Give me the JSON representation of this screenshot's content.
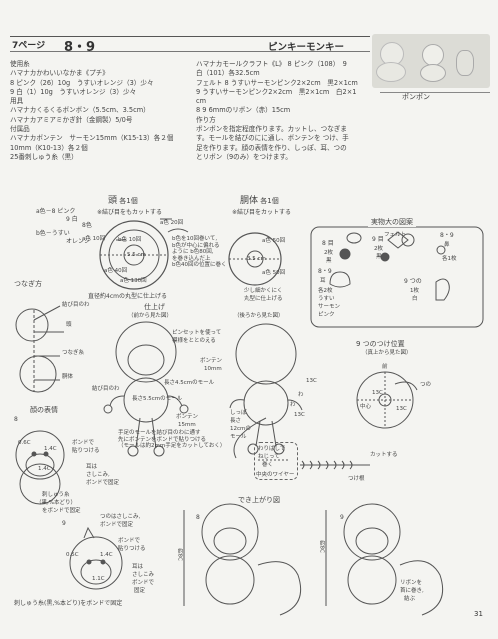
{
  "header": {
    "prefix": "7ページ",
    "numbers": "8・9",
    "title": "ピンキーモンキー"
  },
  "left_column": [
    "使用糸",
    "ハマナカかわいいなかま《プチ》",
    "8 ピンク（26）10g　うすいオレンジ（3）少々",
    "9 白（1）10g　うすいオレンジ（3）少々",
    "用具",
    "ハマナカくるくるボンボン（5.5cm、3.5cm）",
    "ハマナカアミアミかぎ針（金鋼製）5/0号",
    "付属品",
    "ハマナカボンテン　サーモン15mm（K15-13）各２個",
    "10mm（K10-13）各２個",
    "25番刺しゅう糸（黒）"
  ],
  "right_column": [
    "ハマナカモールクラフト《L》 8 ピンク（108）　9",
    "白（101）各32.5cm",
    "フェルト 8 うすいサーモンピンク2×2cm　黒2×1cm",
    "9 うすいサーモンピンク2×2cm　黒2×1cm　白2×1",
    "cm",
    "8 9 6mmのリボン（赤）15cm",
    "作り方",
    "ボンボンを指定程度作ります。カットし、つなぎま",
    "す。モールを結びのにに通し、ボンテンを つけ、手",
    "足を作ります。顔の表情を作り、しっぽ、耳、つの",
    "とリボン（9のみ）をつけます。"
  ],
  "photo_caption": "ポンポン",
  "head": {
    "title": "頭",
    "spec": "各1個",
    "note": "※結び目をもカットする",
    "lbl8": "8色",
    "a8": "a色－8 ピンク",
    "a9": "9 白",
    "b8": "b色－うすい",
    "b9": "オレンジ",
    "ringA": "a色 10回",
    "ringB": "a色 20回",
    "ringC": "a色 40回",
    "ringD": "b色 10回",
    "ringE": "a色 130回",
    "desc1": "b色を10回巻いて,",
    "desc2": "b色が中心に偏れる",
    "desc3": "ように b色80回,",
    "desc4": "を巻き込んだ上",
    "desc5": "b色40回の位置に巻く",
    "center": "5.5 cm",
    "cut": "直径約4cmの丸型に仕上げる"
  },
  "body": {
    "title": "胴体",
    "spec": "各1個",
    "note": "※結び目をカットする",
    "r1": "a色 50回",
    "r2": "a色 50回",
    "center": "3.5 cm",
    "cut1": "少し細かくにく",
    "cut2": "丸型に仕上げる"
  },
  "connect": {
    "title": "つなぎ方",
    "l1": "結び目のわ",
    "l2": "頭",
    "l3": "つなぎ糸",
    "l4": "胴体"
  },
  "finish_front": {
    "title": "仕上げ",
    "sub": "（前から見た図）",
    "l1": "ピンセットを使って",
    "l2": "模様をととのえる",
    "l3": "ボンテン",
    "l4": "10mm",
    "l5": "長さ4.5cmのモール",
    "l6": "長さ5.5cmのモール",
    "l7": "ボンテン",
    "l8": "15mm",
    "l9": "結び目のわ"
  },
  "finish_back": {
    "sub": "（後ろから見た図）",
    "l1": "しっぽ",
    "l2": "長さ",
    "l3": "12cmの",
    "l4": "モール",
    "l5": "13C",
    "l6": "13C",
    "l7": "わ",
    "l8": "わ"
  },
  "actual": {
    "title": "実物大の図案",
    "felt": "フェルト",
    "r1a": "8 目",
    "r1b": "2枚",
    "r1c": "黒",
    "r1d": "9 目",
    "r1e": "2枚",
    "r1f": "黒",
    "r1g": "8・9",
    "r1h": "鼻",
    "r1i": "各1枚",
    "r2a": "8・9",
    "r2b": "耳",
    "r2c": "各2枚",
    "r2d": "うすい",
    "r2e": "サーモン",
    "r2f": "ピンク",
    "r2g": "9 つの",
    "r2h": "1枚",
    "r2i": "白"
  },
  "horn": {
    "title": "9 つのつけ位置",
    "sub": "（真上から見た図）",
    "l1": "前",
    "l2": "中心",
    "l3": "13C",
    "l4": "13C",
    "l5": "つの"
  },
  "face": {
    "title": "顔の表情",
    "no8": "8",
    "l1": "0.6C",
    "l2": "1.4C",
    "l3": "1.4C",
    "l4": "ボンドで",
    "l5": "貼りつける",
    "l6": "耳は",
    "l7": "さしこみ,",
    "l8": "ボンドで固定",
    "l9": "刺しゅう糸",
    "l10": "（黒,%本どり）",
    "l11": "をボンドで固定",
    "no9": "9",
    "m1": "つのはさしこみ,",
    "m2": "ボンドで固定",
    "m3": "ボンドで",
    "m4": "貼りつける",
    "m5": "0.5C",
    "m6": "1.4C",
    "m7": "1.1C",
    "m8": "耳は",
    "m9": "さしこみ",
    "m10": "ボンドで",
    "m11": "固定",
    "bottom": "刺しゅう糸(黒,%本どり)をボンドで固定"
  },
  "mole_note": {
    "l1": "手足のモールを結び目のわに通す",
    "l2": "先にボンテンをボンドで貼りつける",
    "l3": "（モールは約2mm手足をカットしておく）"
  },
  "cut_note": {
    "l1": "わりばしで",
    "l2": "ねじって",
    "l3": "巻く",
    "l4": "中央のワイヤー",
    "l5": "カットする",
    "l6": "つけ根"
  },
  "done": {
    "title": "でき上がり図",
    "s8": "約8C",
    "s8b": "8",
    "s9": "約8C",
    "s9b": "9",
    "l1": "リボンを",
    "l2": "首に巻き,",
    "l3": "結ぶ"
  },
  "page_number": "31"
}
